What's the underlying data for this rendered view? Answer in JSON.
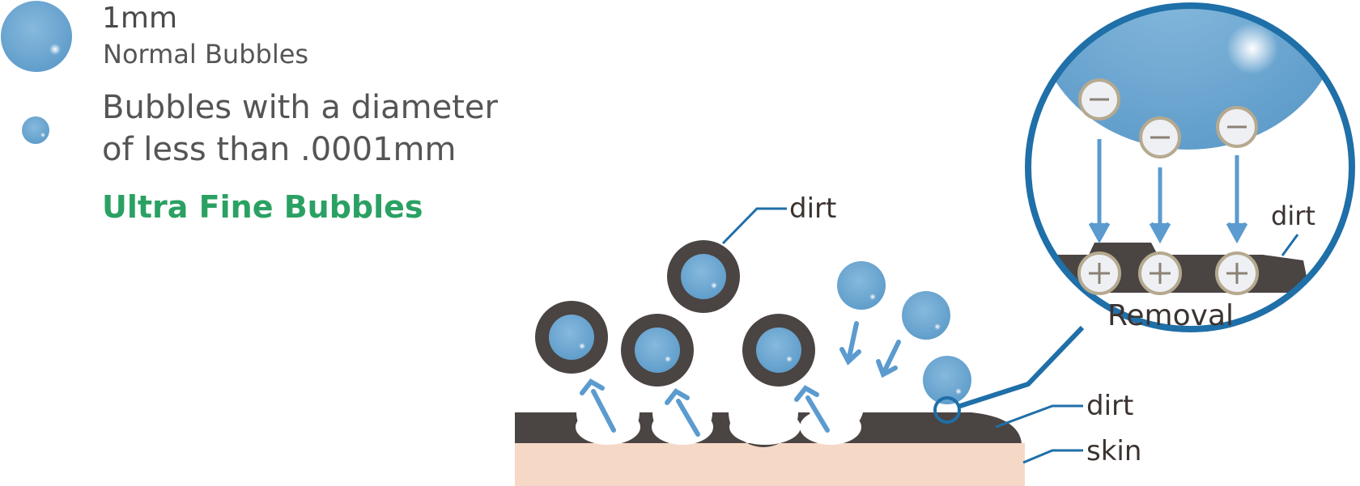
{
  "legend": {
    "normal_size": "1mm",
    "normal_label": "Normal Bubbles",
    "fine_desc_line1": "Bubbles with a diameter",
    "fine_desc_line2": "of less than .0001mm",
    "fine_title": "Ultra Fine Bubbles"
  },
  "diagram": {
    "dirt_label_top": "dirt",
    "dirt_label_zoom": "dirt",
    "dirt_label_layer": "dirt",
    "skin_label": "skin",
    "removal_label": "Removal",
    "negative_charge_icon": "minus-circle-icon",
    "positive_charge_icon": "plus-circle-icon",
    "colors": {
      "bubble": "#6fa8d0",
      "dirt": "#4a4442",
      "skin": "#f6d8c6",
      "arrow": "#5b9bcf",
      "title_green": "#2aa163",
      "zoom_ring": "#1f6fa8"
    }
  }
}
